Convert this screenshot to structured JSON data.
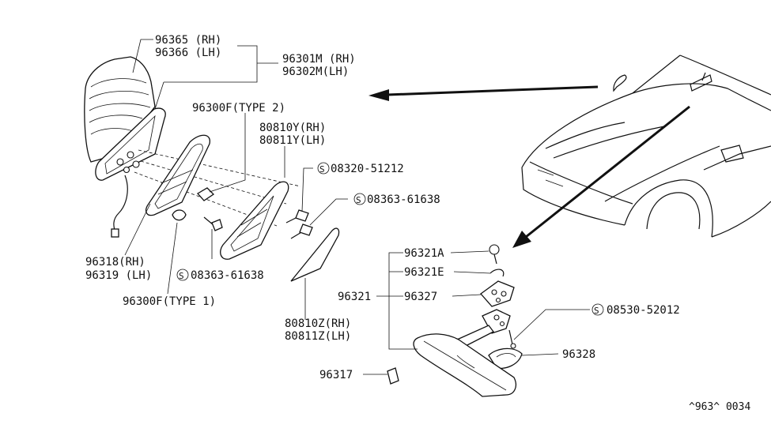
{
  "labels": {
    "p96365": "96365 (RH)",
    "p96366": "96366 (LH)",
    "p96301m": "96301M (RH)",
    "p96302m": "96302M(LH)",
    "p96300f2": "96300F(TYPE 2)",
    "p80810y": "80810Y(RH)",
    "p80811y": "80811Y(LH)",
    "p08320": "08320-51212",
    "p08363a": "08363-61638",
    "p96318": "96318(RH)",
    "p96319": "96319 (LH)",
    "p08363b": "08363-61638",
    "p96300f1": "96300F(TYPE 1)",
    "p80810z": "80810Z(RH)",
    "p80811z": "80811Z(LH)",
    "p96321a": "96321A",
    "p96321e": "96321E",
    "p96321": "96321",
    "p96327": "96327",
    "p08530": "08530-52012",
    "p96328": "96328",
    "p96317": "96317",
    "code": "^963^ 0034",
    "screw_symbol": "S"
  },
  "icons": {
    "screw_marker": "circled-s-icon",
    "arrow": "leader-arrow-icon"
  },
  "colors": {
    "ink": "#111111",
    "paper": "#ffffff"
  }
}
